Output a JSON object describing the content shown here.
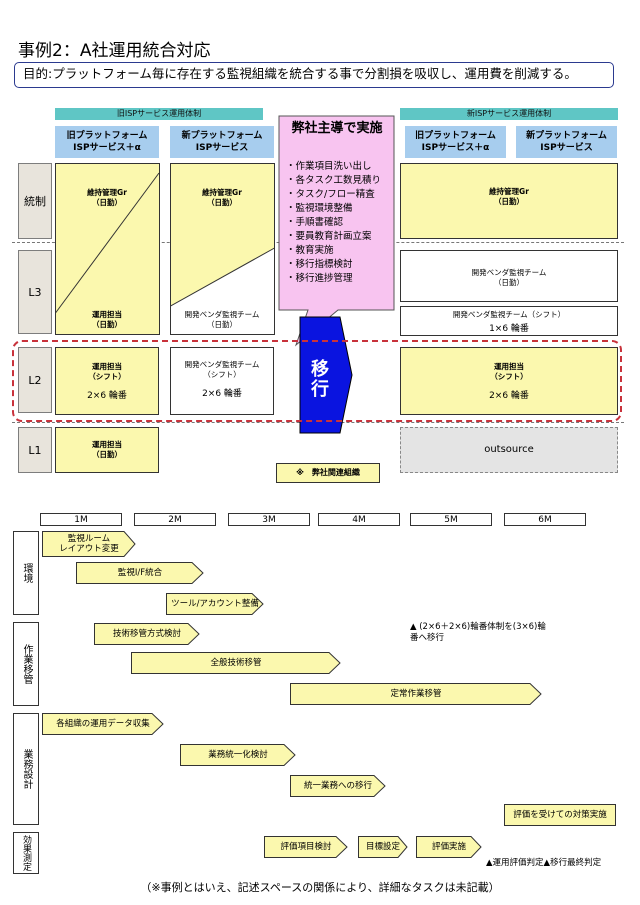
{
  "title": "事例2：A社運用統合対応",
  "purpose": "目的:プラットフォーム毎に存在する監視組織を統合する事で分割損を吸収し、運用費を削減する。",
  "old_system_label": "旧ISPサービス運用体制",
  "new_system_label": "新ISPサービス運用体制",
  "headers": {
    "old_a": "旧プラットフォーム\nISPサービス＋α",
    "old_b": "新プラットフォーム\nISPサービス",
    "new_a": "旧プラットフォーム\nISPサービス＋α",
    "new_b": "新プラットフォーム\nISPサービス"
  },
  "rows": [
    "統制",
    "L3",
    "L2",
    "L1"
  ],
  "old_a": {
    "control": "維持管理Gr\n（日勤）",
    "l3": "運用担当\n（日勤）",
    "l2_title": "運用担当\n（シフト）",
    "l2_rota": "2×6 輪番",
    "l1": "運用担当\n（日勤）"
  },
  "old_b": {
    "control": "維持管理Gr\n（日勤）",
    "l3": "開発ベンダ監視チーム\n（日勤）",
    "l2_title": "開発ベンダ監視チーム\n（シフト）",
    "l2_rota": "2×6 輪番"
  },
  "new": {
    "control": "維持管理Gr\n（日勤）",
    "l3_day": "開発ベンダ監視チーム\n（日勤）",
    "l3_shift": "開発ベンダ監視チーム（シフト）",
    "l3_rota": "1×6 輪番",
    "l2_title": "運用担当\n（シフト）",
    "l2_rota": "2×6 輪番",
    "l1": "outsource"
  },
  "lead": {
    "title": "弊社主導で実施",
    "items": [
      "・作業項目洗い出し",
      "・各タスク工数見積り",
      "・タスク/フロー精査",
      "・監視環境整備",
      "・手順書確認",
      "・要員教育計画立案",
      "・教育実施",
      "・移行指標検討",
      "・移行進捗管理"
    ]
  },
  "migration_arrow": "移\n行",
  "note_org": "※　弊社関連組織",
  "months": [
    "1M",
    "2M",
    "3M",
    "4M",
    "5M",
    "6M"
  ],
  "phases": [
    "環境",
    "作業移管",
    "業務設計",
    "効果測定"
  ],
  "tasks": {
    "env1": "監視ルーム\nレイアウト変更",
    "env2": "監視I/F統合",
    "env3": "ツール/アカウント整備",
    "work1": "技術移管方式検討",
    "work2": "全般技術移管",
    "work3": "定常作業移管",
    "biz1": "各組織の運用データ収集",
    "biz2": "業務統一化検討",
    "biz3": "統一業務への移行",
    "biz4": "評価を受けての対策実施",
    "eff1": "評価項目検討",
    "eff2": "目標設定",
    "eff3": "評価実施"
  },
  "milestone_note": "▲ (2×6＋2×6)輪番体制を(3×6)輪\n番へ移行",
  "milestone_bottom": "▲運用評価判定▲移行最終判定",
  "footer": "（※事例とはいえ、記述スペースの関係により、詳細なタスクは未記載）"
}
